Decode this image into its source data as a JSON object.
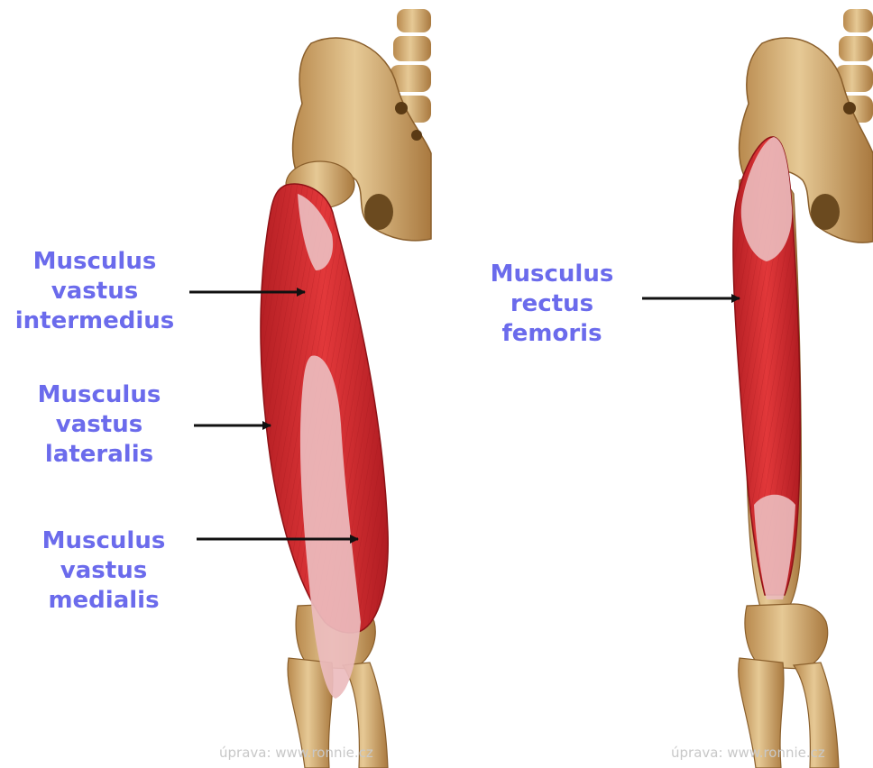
{
  "left_panel": {
    "labels": [
      {
        "lines": [
          "Musculus",
          "vastus",
          "intermedius"
        ]
      },
      {
        "lines": [
          "Musculus",
          "vastus",
          "lateralis"
        ]
      },
      {
        "lines": [
          "Musculus",
          "vastus",
          "medialis"
        ]
      }
    ],
    "credit": "úprava: www.ronnie.cz"
  },
  "right_panel": {
    "labels": [
      {
        "lines": [
          "Musculus",
          "rectus",
          "femoris"
        ]
      }
    ],
    "credit": "úprava: www.ronnie.cz"
  },
  "colors": {
    "label_text": "#6b6bec",
    "muscle": "#d42a2e",
    "tendon": "#e9b6b8",
    "bone": "#d6b27c",
    "arrow": "#111111",
    "credit_text": "#c8c8c8"
  }
}
